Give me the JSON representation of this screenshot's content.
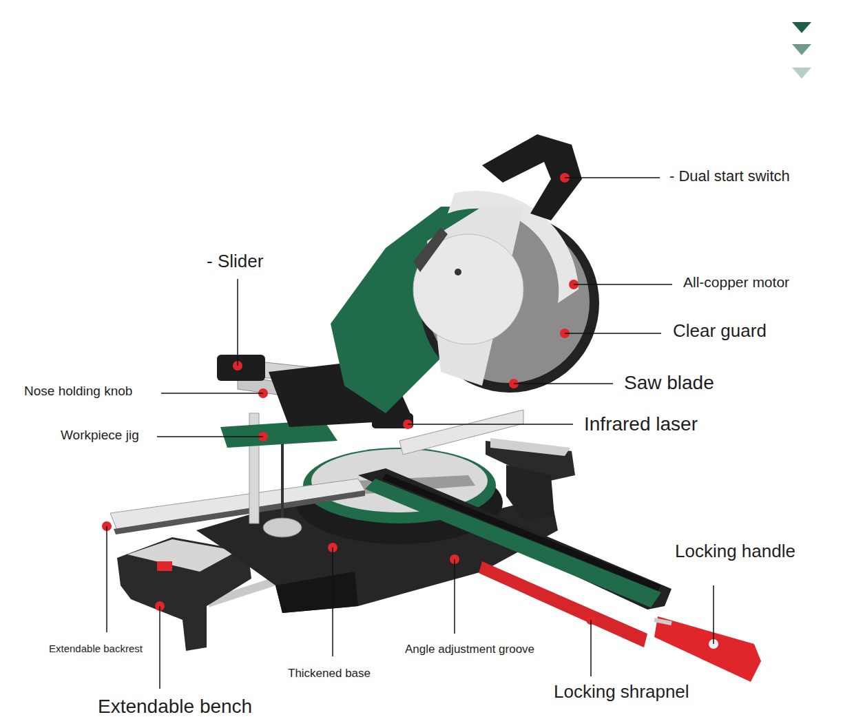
{
  "diagram": {
    "labels": [
      "- Dual start switch",
      "- Slider",
      "All-copper motor",
      "Clear guard",
      "Saw blade",
      "Nose holding knob",
      "Infrared laser",
      "Workpiece jig",
      "Locking handle",
      "Extendable backrest",
      "Thickened base",
      "Angle adjustment groove",
      "Locking shrapnel",
      "Extendable bench"
    ]
  }
}
